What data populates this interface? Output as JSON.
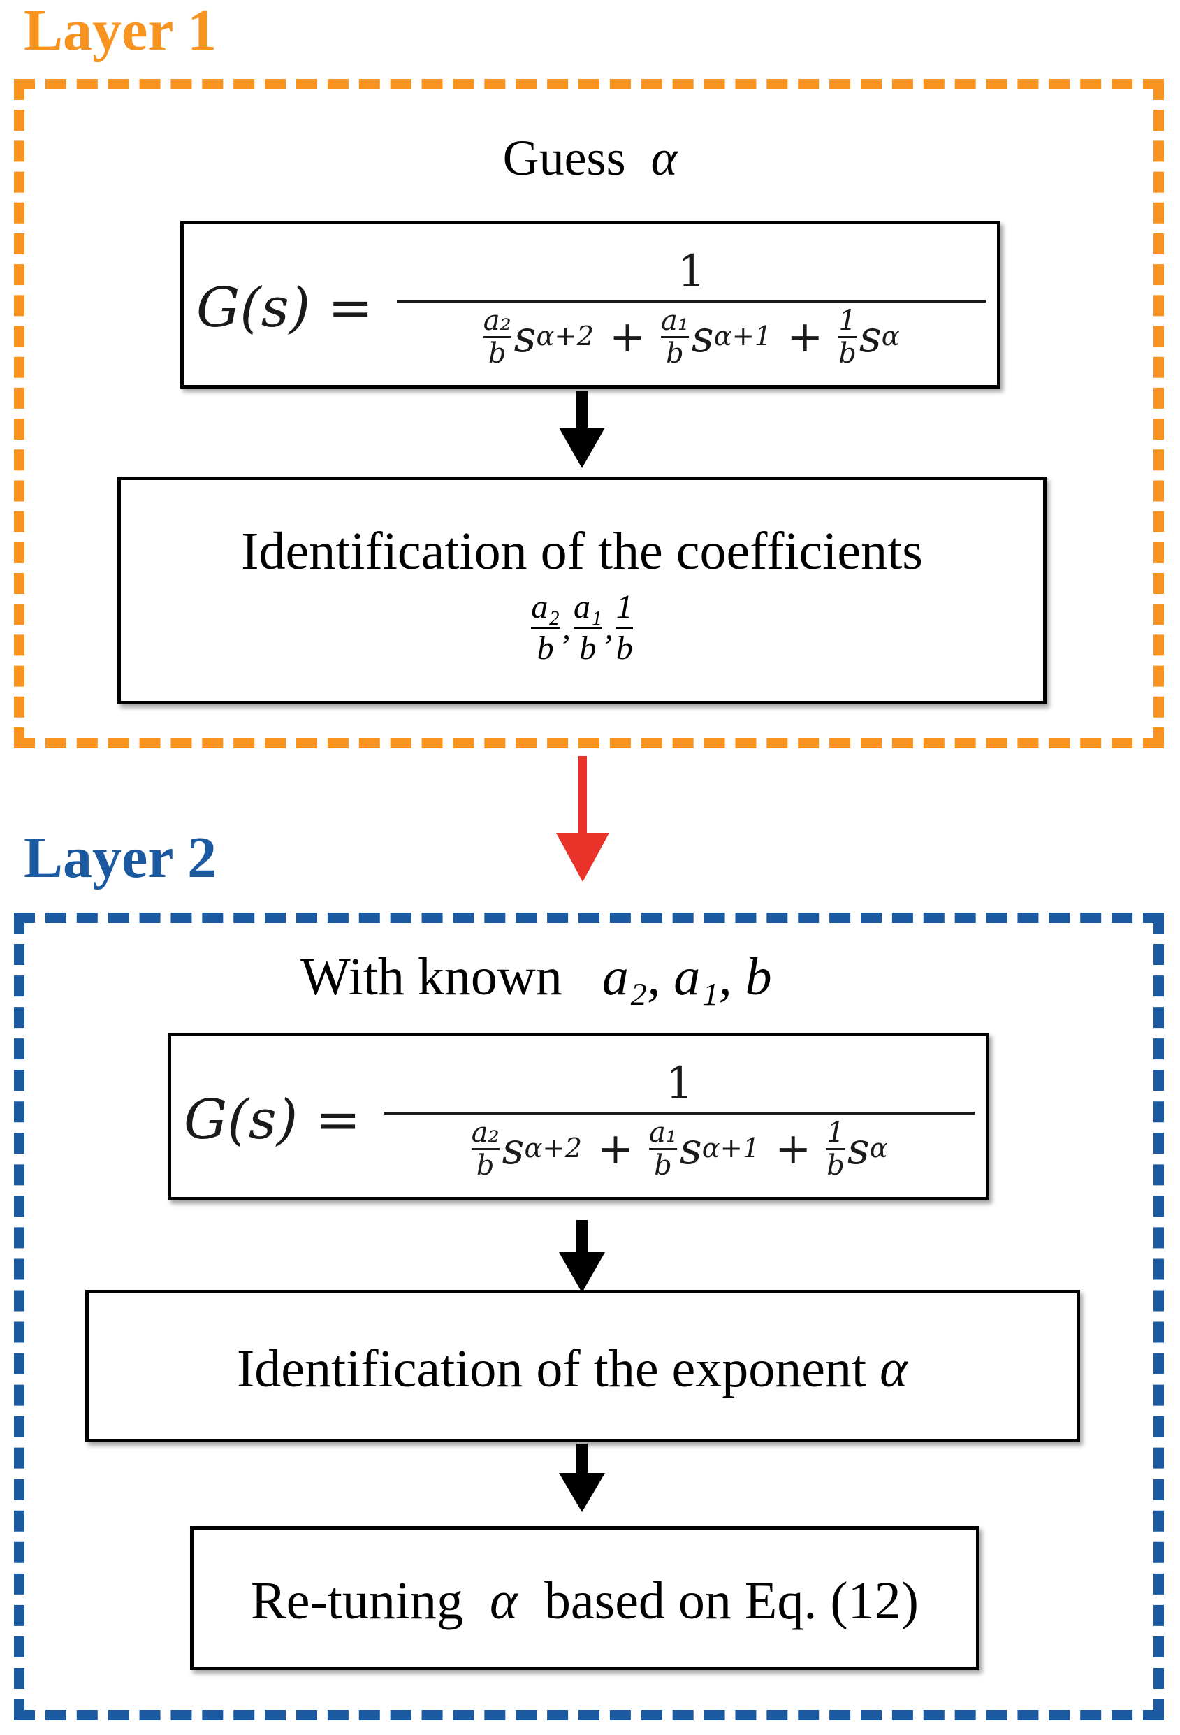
{
  "colors": {
    "layer1": "#f7931e",
    "layer2": "#1b5aa0",
    "connector": "#e8322a",
    "arrow": "#000000"
  },
  "layer1": {
    "label": "Layer 1",
    "guess": {
      "text": "Guess",
      "symbol": "α"
    },
    "formula": {
      "lhs": "G(s) =",
      "numerator": "1",
      "terms": [
        {
          "coef_num": "a₂",
          "coef_den": "b",
          "base": "s",
          "exp": "α+2"
        },
        {
          "op": "+"
        },
        {
          "coef_num": "a₁",
          "coef_den": "b",
          "base": "s",
          "exp": "α+1"
        },
        {
          "op": "+"
        },
        {
          "coef_num": "1",
          "coef_den": "b",
          "base": "s",
          "exp": "α"
        }
      ]
    },
    "step": {
      "text": "Identification of the coefficients",
      "coefficients": [
        {
          "num": "a₂",
          "den": "b"
        },
        {
          "num": "a₁",
          "den": "b"
        },
        {
          "num": "1",
          "den": "b"
        }
      ]
    }
  },
  "layer2": {
    "label": "Layer 2",
    "known": {
      "text": "With known",
      "vars": "a₂, a₁, b"
    },
    "formula": {
      "lhs": "G(s) =",
      "numerator": "1",
      "terms": [
        {
          "coef_num": "a₂",
          "coef_den": "b",
          "base": "s",
          "exp": "α+2"
        },
        {
          "op": "+"
        },
        {
          "coef_num": "a₁",
          "coef_den": "b",
          "base": "s",
          "exp": "α+1"
        },
        {
          "op": "+"
        },
        {
          "coef_num": "1",
          "coef_den": "b",
          "base": "s",
          "exp": "α"
        }
      ]
    },
    "step1": {
      "text": "Identification of the exponent",
      "symbol": "α"
    },
    "step2": {
      "text_before": "Re-tuning",
      "symbol": "α",
      "text_after": "based on Eq. (12)"
    }
  }
}
